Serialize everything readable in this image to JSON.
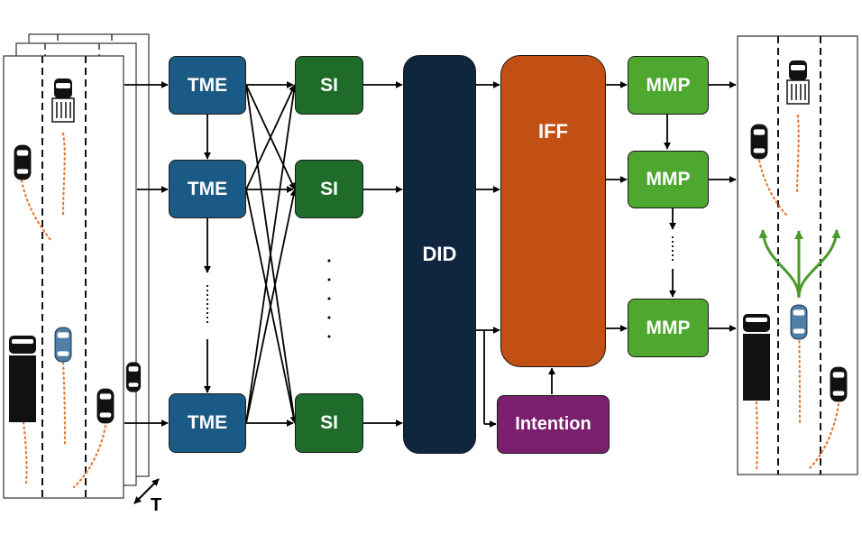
{
  "blocks": {
    "tme_1": "TME",
    "tme_2": "TME",
    "tme_3": "TME",
    "si_1": "SI",
    "si_2": "SI",
    "si_3": "SI",
    "did": "DID",
    "iff": "IFF",
    "intention": "Intention",
    "mmp_1": "MMP",
    "mmp_2": "MMP",
    "mmp_3": "MMP"
  },
  "time_axis_label": "T",
  "colors": {
    "tme": "#1b5a85",
    "si": "#1e6b2a",
    "did": "#10263f",
    "iff": "#c24f14",
    "intention": "#7a1f6e",
    "mmp": "#4ea72e",
    "trajectory": "#e07a3a",
    "prediction": "#4a9a2a",
    "ego_car": "#4f7fa6"
  },
  "icons": [
    "car-icon",
    "truck-icon",
    "pickup-truck-icon",
    "ego-car-icon"
  ]
}
